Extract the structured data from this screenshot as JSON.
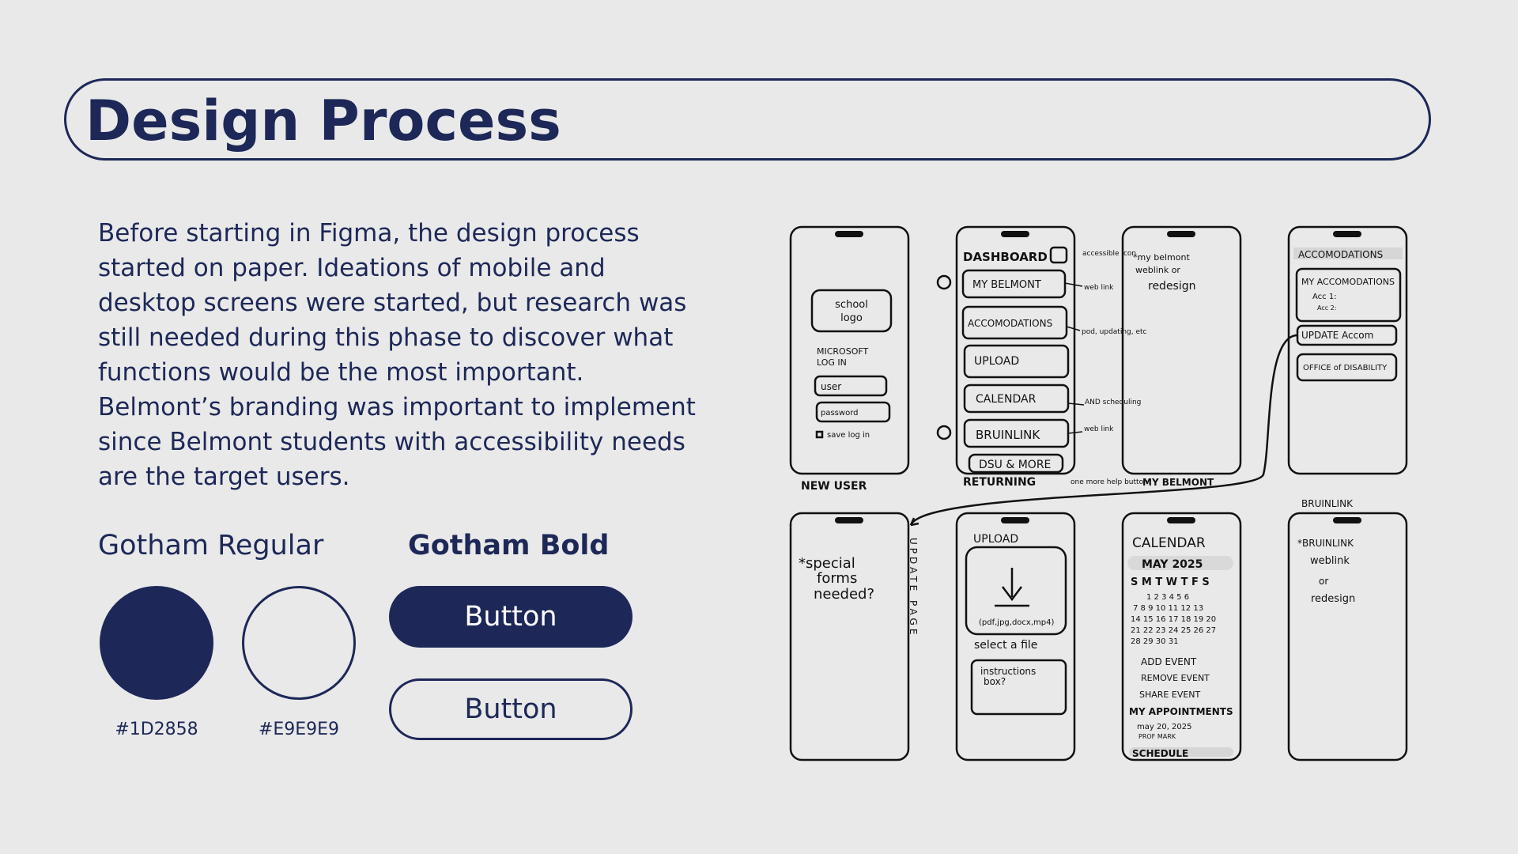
{
  "header": {
    "title": "Design Process"
  },
  "intro": {
    "paragraph": "Before starting in Figma, the design process started on paper. Ideations of mobile and desktop screens were started, but research was still needed during this phase to discover what functions would be the most important. Belmont’s branding was important to implement since Belmont students with accessibility needs are the target users."
  },
  "typography": {
    "regular_label": "Gotham Regular",
    "bold_label": "Gotham Bold"
  },
  "palette": {
    "primary": {
      "hex": "#1D2858",
      "label": "#1D2858"
    },
    "background": {
      "hex": "#E9E9E9",
      "label": "#E9E9E9"
    }
  },
  "buttons": {
    "filled_label": "Button",
    "outline_label": "Button"
  },
  "sketches": {
    "screen1": {
      "logo": [
        "school",
        "logo"
      ],
      "login": [
        "MICROSOFT",
        "LOG IN"
      ],
      "user": "user",
      "password": "password",
      "save": "save log in",
      "caption": "NEW USER"
    },
    "screen2": {
      "heading": "DASHBOARD",
      "items": [
        "MY BELMONT",
        "ACCOMODATIONS",
        "UPLOAD",
        "CALENDAR",
        "BRUINLINK",
        "DSU & MORE"
      ],
      "notes": [
        "accessible icon",
        "web link",
        "pod, updating, etc",
        "AND scheduling",
        "web link",
        "one more help button?"
      ],
      "caption": "RETURNING"
    },
    "screen3": {
      "note": [
        "*my belmont",
        "weblink or",
        "redesign"
      ],
      "caption": "MY BELMONT"
    },
    "screen4": {
      "heading": "ACCOMODATIONS",
      "box_title": "MY ACCOMODATIONS",
      "acc1": "Acc 1:",
      "acc2": "Acc 2:",
      "update": "UPDATE Accom",
      "office": "OFFICE of DISABILITY"
    },
    "screen5": {
      "note": [
        "*special",
        "forms",
        "needed?"
      ],
      "side_label": "UPDATE PAGE"
    },
    "screen6": {
      "heading": "UPLOAD",
      "types": "(pdf,jpg,docx,mp4)",
      "select": "select a file",
      "instructions": [
        "instructions",
        "box?"
      ]
    },
    "screen7": {
      "heading": "CALENDAR",
      "month": "MAY 2025",
      "days": "S M T W T F S",
      "rows": [
        "1 2 3 4 5 6",
        "7 8 9 10 11 12 13",
        "14 15 16 17 18 19 20",
        "21 22 23 24 25 26 27",
        "28 29 30 31"
      ],
      "actions": [
        "ADD EVENT",
        "REMOVE EVENT",
        "SHARE EVENT"
      ],
      "appointments": "MY APPOINTMENTS",
      "appt_date": "may 20, 2025",
      "appt_prof": "PROF MARK",
      "schedule": "SCHEDULE"
    },
    "screen8": {
      "label": "BRUINLINK",
      "note": [
        "*BRUINLINK",
        "weblink",
        "or",
        "redesign"
      ]
    }
  }
}
